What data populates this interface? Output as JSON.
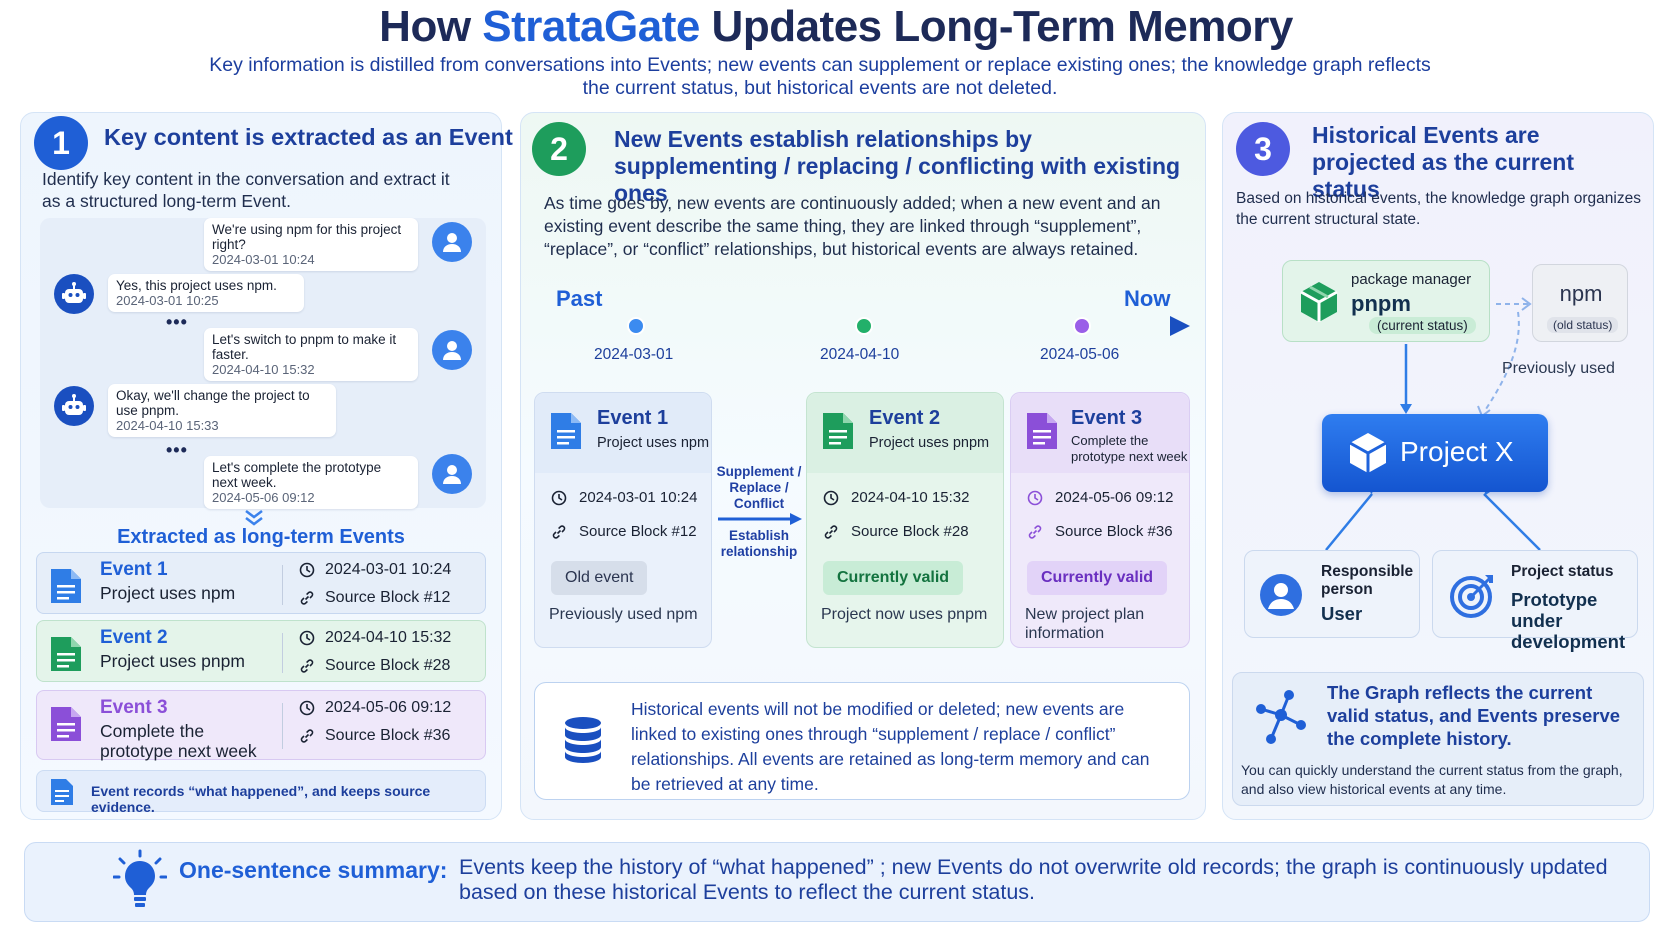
{
  "header": {
    "title_prefix": "How ",
    "title_brand": "StrataGate",
    "title_suffix": " Updates Long-Term Memory",
    "subtitle": "Key information is distilled from conversations into Events; new events can supplement or replace existing ones; the knowledge graph reflects the current status, but historical events are not deleted."
  },
  "panel1": {
    "number": "1",
    "heading": "Key content is extracted as an Event",
    "description": "Identify key content in the conversation and extract it as a structured long-term Event.",
    "chat": [
      {
        "role": "user",
        "text": "We're using npm for this project right?",
        "time": "2024-03-01 10:24"
      },
      {
        "role": "bot",
        "text": "Yes, this project uses npm.",
        "time": "2024-03-01 10:25"
      },
      {
        "role": "user",
        "text": "Let's switch to pnpm to make it faster.",
        "time": "2024-04-10 15:32"
      },
      {
        "role": "bot",
        "text": "Okay, we'll change the project to use pnpm.",
        "time": "2024-04-10 15:33"
      },
      {
        "role": "user",
        "text": "Let's complete the prototype next week.",
        "time": "2024-05-06 09:12"
      }
    ],
    "ellipsis": "•••",
    "extracted_heading": "Extracted as long-term Events",
    "events": [
      {
        "name": "Event 1",
        "desc": "Project uses npm",
        "time": "2024-03-01 10:24",
        "source": "Source Block #12",
        "color": "#2f7de6"
      },
      {
        "name": "Event 2",
        "desc": "Project uses pnpm",
        "time": "2024-04-10 15:32",
        "source": "Source Block #28",
        "color": "#1e9d5c"
      },
      {
        "name": "Event 3",
        "desc": "Complete the prototype next week",
        "time": "2024-05-06 09:12",
        "source": "Source Block #36",
        "color": "#8b4fd8"
      }
    ],
    "footnote": "Event records “what happened”, and keeps source evidence."
  },
  "panel2": {
    "number": "2",
    "heading": "New Events establish relationships by supplementing / replacing / conflicting with existing ones",
    "description": "As time goes by, new events are continuously added; when a new event and an existing event describe the same thing, they are linked through “supplement”, “replace”, or “conflict”   relationships, but historical events are always retained.",
    "timeline": {
      "start_label": "Past",
      "end_label": "Now",
      "dates": [
        "2024-03-01",
        "2024-04-10",
        "2024-05-06"
      ]
    },
    "cards": [
      {
        "name": "Event 1",
        "desc": "Project uses npm",
        "time": "2024-03-01 10:24",
        "source": "Source Block #12",
        "tag": "Old event",
        "note": "Previously used npm"
      },
      {
        "name": "Event 2",
        "desc": "Project uses pnpm",
        "time": "2024-04-10 15:32",
        "source": "Source Block #28",
        "tag": "Currently valid",
        "note": "Project now uses pnpm"
      },
      {
        "name": "Event 3",
        "desc": "Complete the prototype next week",
        "time": "2024-05-06 09:12",
        "source": "Source Block #36",
        "tag": "Currently valid",
        "note": "New project plan information"
      }
    ],
    "relation_label": "Supplement / Replace / Conflict",
    "relation_sublabel": "Establish relationship",
    "history_note": "Historical events will not be modified or deleted; new events are linked to existing ones through “supplement / replace / conflict” relationships. All events are retained as long-term memory and can be retrieved at any time."
  },
  "panel3": {
    "number": "3",
    "heading": "Historical Events are projected as the current status",
    "description": "Based on historical events, the knowledge graph organizes the current structural state.",
    "package_manager": {
      "label": "package manager",
      "value": "pnpm",
      "status": "(current status)"
    },
    "old": {
      "value": "npm",
      "status": "(old status)"
    },
    "previously_used": "Previously used",
    "project": "Project X",
    "attributes": [
      {
        "label": "Responsible person",
        "value": "User"
      },
      {
        "label": "Project status",
        "value": "Prototype under development"
      }
    ],
    "graph_title": "The Graph reflects the current valid status, and Events preserve the complete history.",
    "graph_desc": "You can quickly understand the current status from the graph, and also view historical events at any time."
  },
  "summary": {
    "label": "One-sentence summary:",
    "text": "Events keep the history of  “what happened” ;  new Events do not overwrite old records; the graph is continuously updated based on these historical Events to reflect the current status."
  },
  "colors": {
    "blue": "#1f5fd6",
    "green": "#1e9d5c",
    "purple": "#8b4fd8",
    "navy": "#1d2a58"
  }
}
